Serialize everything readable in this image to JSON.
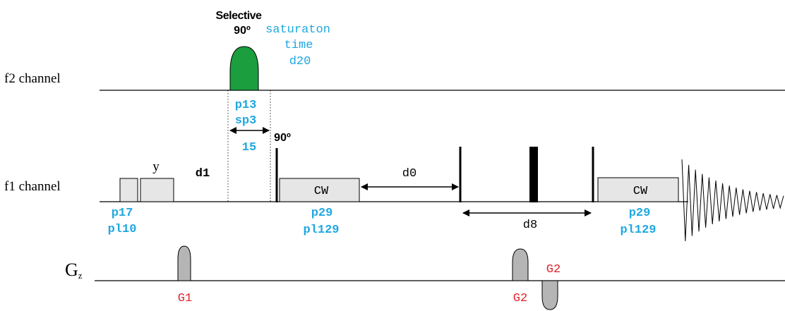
{
  "colors": {
    "line": "#000000",
    "selective_pulse": "#1a9e3e",
    "parameter_text": "#1fa8e0",
    "gradient_label": "#e0222b",
    "gradient_fill": "#b5b5b5",
    "box_fill": "#e6e6e6"
  },
  "channels": {
    "f2": "f2 channel",
    "f1": "f1 channel",
    "gz_main": "G",
    "gz_sub": "z"
  },
  "f2": {
    "pulse_title": "Selective",
    "pulse_angle": "90º",
    "saturation_line1": "saturaton",
    "saturation_line2": "time",
    "saturation_line3": "d20",
    "pulse_len": "p13",
    "shape": "sp3",
    "pulse_delay": "15"
  },
  "f1": {
    "phase": "y",
    "delay_d1": "d1",
    "hard_pulse_angle": "90º",
    "cw_label_1": "CW",
    "cw_label_2": "CW",
    "delay_d0": "d0",
    "delay_d8": "d8",
    "p17": "p17",
    "pl10": "pl10",
    "p29_a": "p29",
    "pl129_a": "pl129",
    "p29_b": "p29",
    "pl129_b": "pl129"
  },
  "gradients": {
    "g1": "G1",
    "g2_pos": "G2",
    "g2_neg": "G2"
  }
}
